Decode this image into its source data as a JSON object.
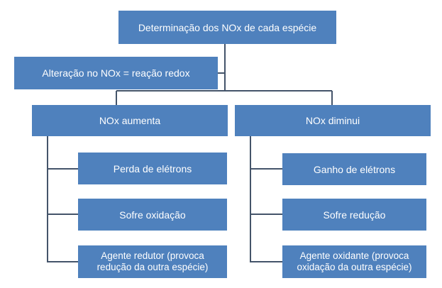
{
  "diagram": {
    "root": "Determinação dos NOx de cada espécie",
    "assistant": "Alteração no NOx = reação redox",
    "branches": [
      {
        "label": "NOx aumenta",
        "items": [
          "Perda de elétrons",
          "Sofre oxidação",
          "Agente redutor (provoca redução da outra espécie)"
        ]
      },
      {
        "label": "NOx diminui",
        "items": [
          "Ganho de elétrons",
          "Sofre redução",
          "Agente oxidante (provoca oxidação da outra espécie)"
        ]
      }
    ]
  },
  "colors": {
    "box_fill": "#4f81bd",
    "box_text": "#ffffff",
    "connector": "#44546a"
  }
}
